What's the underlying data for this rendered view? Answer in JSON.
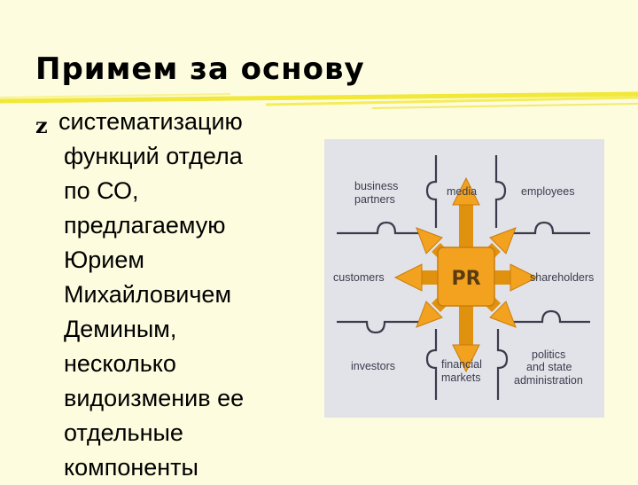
{
  "title": "Примем за основу",
  "bullet": {
    "lines": [
      "систематизацию",
      "функций отдела",
      "по СО,",
      "предлагаемую",
      "Юрием",
      "Михайловичем",
      "Деминым,",
      "несколько",
      "видоизменив ее",
      "отдельные",
      "компоненты"
    ]
  },
  "figure": {
    "center": "PR",
    "labels": {
      "business_partners": [
        "business",
        "partners"
      ],
      "media": "media",
      "employees": "employees",
      "customers": "customers",
      "shareholders": "shareholders",
      "investors": "investors",
      "financial_markets": [
        "financial",
        "markets"
      ],
      "politics": [
        "politics",
        "and state",
        "administration"
      ]
    },
    "colors": {
      "arrow": "#f2a21f",
      "arrow_dark": "#c97c0c",
      "lines": "#3a3c4e",
      "panel": "#e2e3e8"
    }
  },
  "colors": {
    "background": "#fdfcdf",
    "rule": "#f1e838"
  }
}
